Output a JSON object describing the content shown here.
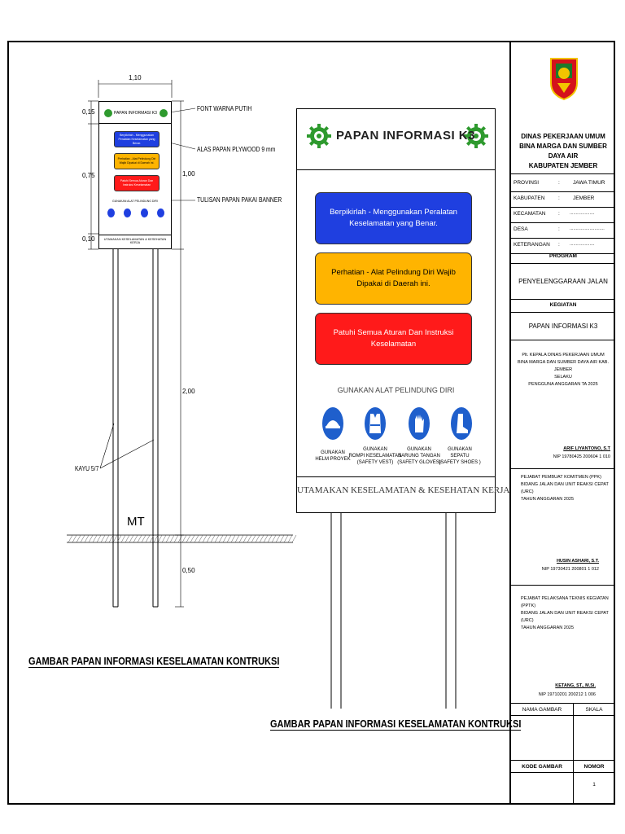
{
  "left_drawing": {
    "dims": {
      "width_top": "1,10",
      "h1": "0,15",
      "h2": "0,75",
      "h3": "0,10",
      "board_total": "1,00",
      "post_above": "2,00",
      "post_below": "0,50"
    },
    "callouts": {
      "font": "FONT WARNA PUTIH",
      "plywood": "ALAS PAPAN PLYWOOD 9 mm",
      "banner": "TULISAN PAPAN PAKAI BANNER",
      "wood": "KAYU 5/7"
    },
    "ground_label": "MT",
    "caption": "GAMBAR PAPAN INFORMASI KESELAMATAN KONTRUKSI",
    "small_board": {
      "title": "PAPAN INFORMASI K3",
      "pill1": "Berpikirlah - Menggunakan Peralatan Keselamatan yang Benar.",
      "pill2": "Perhatian - Alat Pelindung Diri Wajib Dipakai di Daerah ini.",
      "pill3": "Patuhi Semua Aturan Dan Instruksi Keselamatan",
      "ppe_heading": "GUNAKAN ALAT PELINDUNG DIRI",
      "footer": "UTAMAKAN KESELAMATAN & KESEHATAN KERJA"
    }
  },
  "board": {
    "title": "PAPAN INFORMASI K3",
    "pill1": "Berpikirlah - Menggunakan Peralatan Keselamatan yang Benar.",
    "pill2": "Perhatian - Alat Pelindung Diri Wajib Dipakai di Daerah ini.",
    "pill3": "Patuhi Semua Aturan Dan Instruksi Keselamatan",
    "ppe_heading": "GUNAKAN ALAT PELINDUNG DIRI",
    "ppe": [
      {
        "line1": "GUNAKAN",
        "line2": "HELM PROYEK",
        "line3": ""
      },
      {
        "line1": "GUNAKAN",
        "line2": "ROMPI KESELAMATAN",
        "line3": "(SAFETY VEST)"
      },
      {
        "line1": "GUNAKAN",
        "line2": "SARUNG TANGAN",
        "line3": "(SAFETY GLOVES)"
      },
      {
        "line1": "GUNAKAN",
        "line2": "SEPATU",
        "line3": "(SAFETY SHOES )"
      }
    ],
    "footer": "UTAMAKAN KESELAMATAN & KESEHATAN KERJA",
    "colors": {
      "blue": "#1f3fe0",
      "orange": "#ffb400",
      "red": "#ff1a1a",
      "gear": "#2e9a2e"
    }
  },
  "right_caption": "GAMBAR PAPAN INFORMASI KESELAMATAN KONTRUKSI",
  "title_block": {
    "agency1": "DINAS PEKERJAAN UMUM",
    "agency2": "BINA MARGA DAN SUMBER DAYA AIR",
    "agency3": "KABUPATEN JEMBER",
    "fields": [
      {
        "label": "PROVINSI",
        "sep": ":",
        "value": "JAWA TIMUR"
      },
      {
        "label": "KABUPATEN",
        "sep": ":",
        "value": "JEMBER"
      },
      {
        "label": "KECAMATAN",
        "sep": ":",
        "value": "...................."
      },
      {
        "label": "DESA",
        "sep": ":",
        "value": "............................"
      },
      {
        "label": "KETERANGAN",
        "sep": ":",
        "value": "...................."
      }
    ],
    "program_label": "PROGRAM",
    "program_value": "PENYELENGGARAAN JALAN",
    "kegiatan_label": "KEGIATAN",
    "kegiatan_value": "PAPAN INFORMASI K3",
    "sign1_l1": "Plt. KEPALA DINAS PEKERJAAN UMUM",
    "sign1_l2": "BINA MARGA DAN SUMBER DAYA AIR KAB. JEMBER",
    "sign1_l3": "SELAKU",
    "sign1_l4": "PENGGUNA ANGGARAN TA 2025",
    "sign1_name": "ARIF LIYANTONO, S.T",
    "sign1_nip": "NIP 19780425 200604 1 010",
    "sign2_l1": "PEJABAT PEMBUAT KOMITMEN (PPK)",
    "sign2_l2": "BIDANG JALAN DAN UNIT REAKSI CEPAT (URC)",
    "sign2_l3": "TAHUN ANGGARAN 2025",
    "sign2_name": "HUSIN ASHARI, S.T.",
    "sign2_nip": "NIP 19730421 200801 1 012",
    "sign3_l1": "PEJABAT PELAKSANA TEKNIS KEGIATAN (PPTK)",
    "sign3_l2": "BIDANG JALAN DAN UNIT REAKSI CEPAT (URC)",
    "sign3_l3": "TAHUN ANGGARAN 2025",
    "sign3_name": "KETANG, ST., M.Si.",
    "sign3_nip": "NIP 19710201 200212 1 006",
    "nama_gambar": "NAMA GAMBAR",
    "skala": "SKALA",
    "kode_gambar": "KODE GAMBAR",
    "nomor": "NOMOR",
    "nomor_value": "1"
  }
}
